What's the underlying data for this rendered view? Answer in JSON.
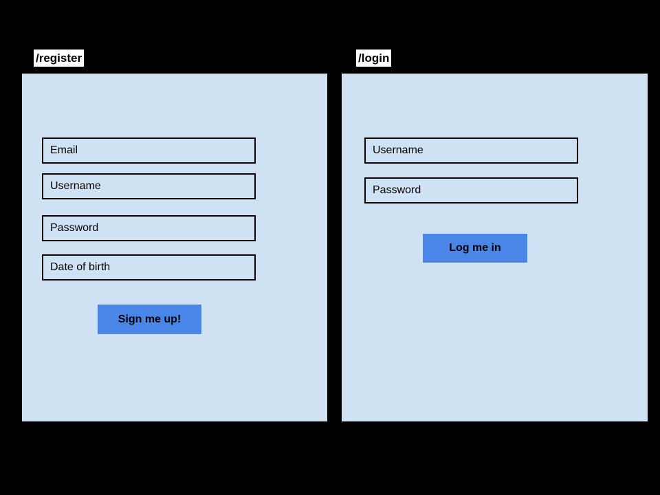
{
  "colors": {
    "page_background": "#000000",
    "panel_background": "#cfe2f3",
    "button_background": "#4a86e8",
    "field_border": "#000000",
    "route_label_background": "#ffffff",
    "text": "#000000"
  },
  "register": {
    "route_label": "/register",
    "fields": [
      {
        "placeholder": "Email"
      },
      {
        "placeholder": "Username"
      },
      {
        "placeholder": "Password"
      },
      {
        "placeholder": "Date of birth"
      }
    ],
    "submit_label": "Sign me up!"
  },
  "login": {
    "route_label": "/login",
    "fields": [
      {
        "placeholder": "Username"
      },
      {
        "placeholder": "Password"
      }
    ],
    "submit_label": "Log me in"
  }
}
